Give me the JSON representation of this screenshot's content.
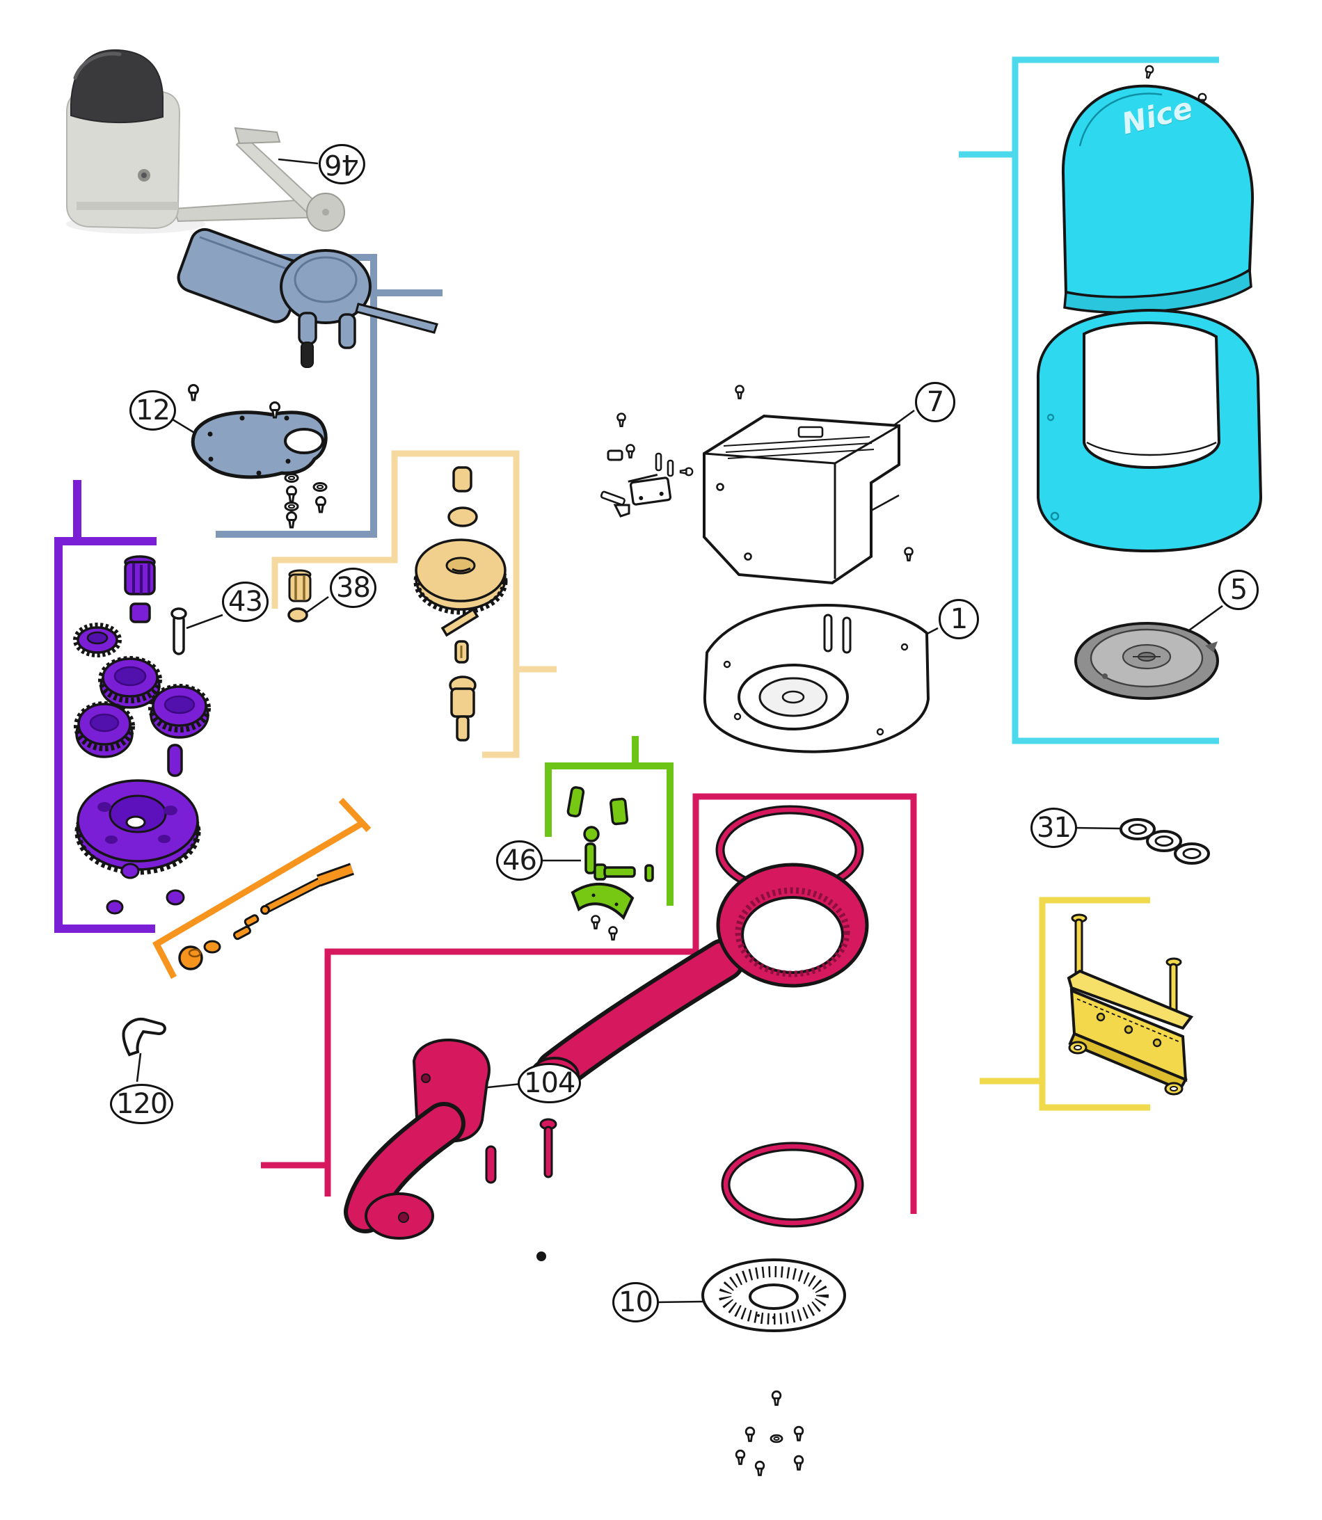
{
  "logo": {
    "brand": "Nice"
  },
  "callouts": [
    {
      "id": "46-assembled",
      "label": "46",
      "rotated": true,
      "points_to": "assembled-actuator-photo"
    },
    {
      "id": "12",
      "label": "12",
      "rotated": false,
      "points_to": "motor-mounting-plate"
    },
    {
      "id": "43",
      "label": "43",
      "rotated": false,
      "points_to": "gear-pin"
    },
    {
      "id": "38",
      "label": "38",
      "rotated": false,
      "points_to": "small-pinion-washer"
    },
    {
      "id": "7",
      "label": "7",
      "rotated": false,
      "points_to": "top-housing-cover"
    },
    {
      "id": "1",
      "label": "1",
      "rotated": false,
      "points_to": "base-housing"
    },
    {
      "id": "5",
      "label": "5",
      "rotated": false,
      "points_to": "round-base-plate"
    },
    {
      "id": "46-release",
      "label": "46",
      "rotated": false,
      "points_to": "release-parts-group"
    },
    {
      "id": "31",
      "label": "31",
      "rotated": false,
      "points_to": "washer-set"
    },
    {
      "id": "104",
      "label": "104",
      "rotated": false,
      "points_to": "arm-assembly"
    },
    {
      "id": "120",
      "label": "120",
      "rotated": false,
      "points_to": "latch-clip"
    },
    {
      "id": "10",
      "label": "10",
      "rotated": false,
      "points_to": "toothed-disc"
    }
  ],
  "groups": [
    {
      "name": "motor-and-plate-group",
      "color": "#8BA3C0"
    },
    {
      "name": "gear-train-group",
      "color": "#7A1FD6"
    },
    {
      "name": "output-gear-group",
      "color": "#F0D08C"
    },
    {
      "name": "release-shaft-group",
      "color": "#F7941E"
    },
    {
      "name": "release-lever-group",
      "color": "#76C813"
    },
    {
      "name": "arm-and-ring-gear-group",
      "color": "#D6185E"
    },
    {
      "name": "cover-group",
      "color": "#2ED9F0"
    },
    {
      "name": "mounting-bracket-group",
      "color": "#F2D84A"
    },
    {
      "name": "outline-black",
      "color": "#151515"
    }
  ]
}
